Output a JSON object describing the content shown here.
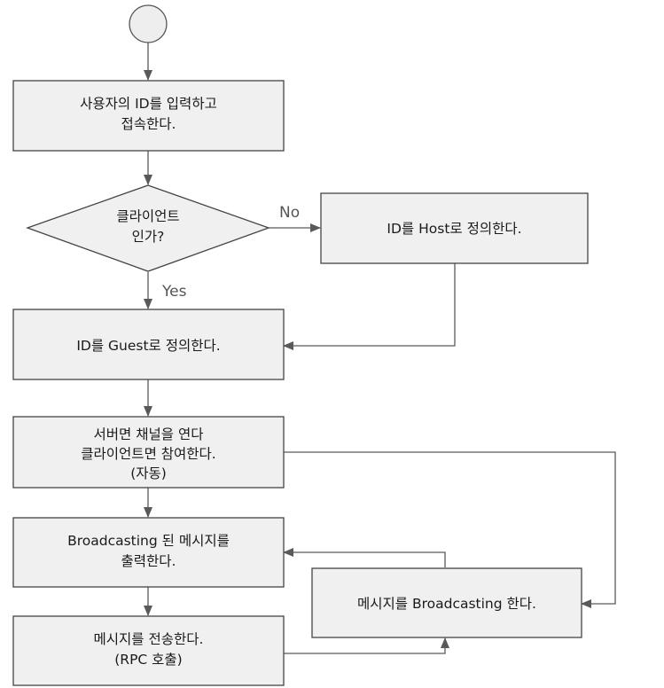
{
  "colors": {
    "node_fill": "#f0f0f0",
    "node_stroke": "#444444",
    "edge": "#595959",
    "start_fill": "#eeeeee"
  },
  "nodes": {
    "input_id": {
      "line1": "사용자의 ID를 입력하고",
      "line2": "접속한다."
    },
    "is_client": {
      "line1": "클라이언트",
      "line2": "인가?"
    },
    "define_host": {
      "line1": "ID를 Host로 정의한다."
    },
    "define_guest": {
      "line1": "ID를 Guest로 정의한다."
    },
    "open_channel": {
      "line1": "서버면 채널을 연다",
      "line2": "클라이언트면 참여한다.",
      "line3": "(자동)"
    },
    "print_broadcast": {
      "line1": "Broadcasting 된 메시지를",
      "line2": "출력한다."
    },
    "broadcast_message": {
      "line1": "메시지를 Broadcasting 한다."
    },
    "send_message": {
      "line1": "메시지를 전송한다.",
      "line2": "(RPC 호출)"
    }
  },
  "edges": {
    "no_label": "No",
    "yes_label": "Yes"
  }
}
